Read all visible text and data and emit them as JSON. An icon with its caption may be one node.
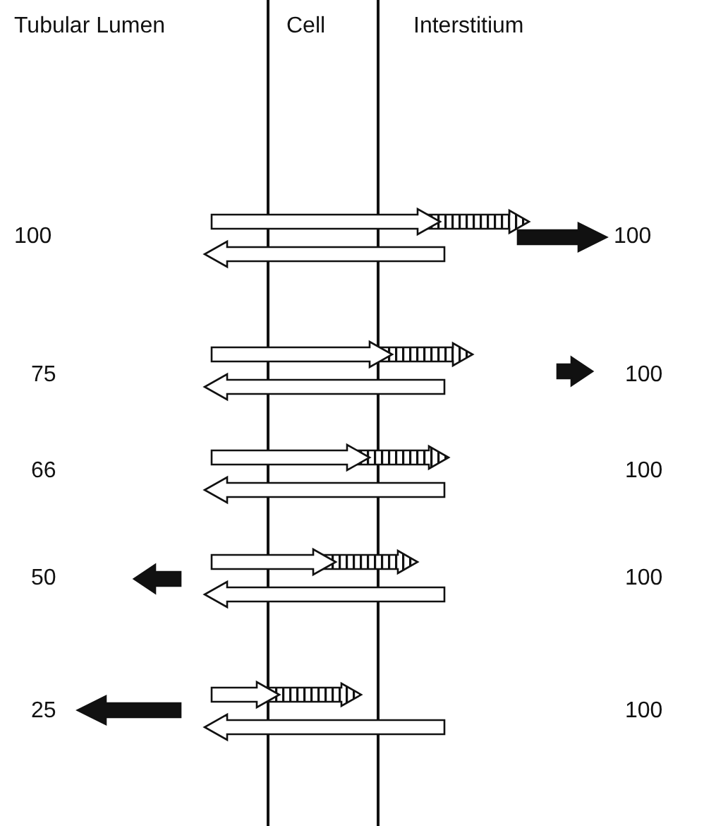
{
  "diagram": {
    "labels": [
      "Tubular Lumen",
      "Cell",
      "Interstitium",
      "100",
      "100",
      "75",
      "100",
      "66",
      "100",
      "50",
      "100",
      "25",
      "100"
    ]
  }
}
